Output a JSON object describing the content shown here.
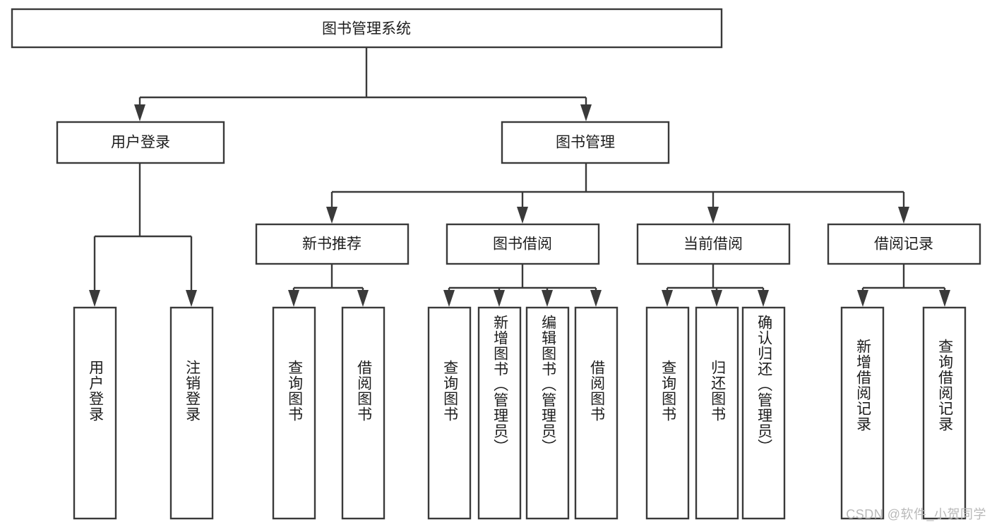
{
  "diagram": {
    "type": "tree-hierarchy-chart",
    "title": "图书管理系统",
    "watermark": "CSDN @软件_小贺同学",
    "colors": {
      "box_stroke": "#3a3a3a",
      "box_fill": "#ffffff",
      "text": "#1d1d1d",
      "background": "#ffffff",
      "watermark": "#b9b9b9"
    },
    "levels": {
      "root": {
        "label": "图书管理系统"
      },
      "level2": [
        {
          "label": "用户登录"
        },
        {
          "label": "图书管理"
        }
      ],
      "level3": [
        {
          "label": "新书推荐",
          "parent": "图书管理"
        },
        {
          "label": "图书借阅",
          "parent": "图书管理"
        },
        {
          "label": "当前借阅",
          "parent": "图书管理"
        },
        {
          "label": "借阅记录",
          "parent": "图书管理"
        }
      ],
      "leaves": [
        {
          "label": "用户登录",
          "parent": "用户登录"
        },
        {
          "label": "注销登录",
          "parent": "用户登录"
        },
        {
          "label": "查询图书",
          "parent": "新书推荐"
        },
        {
          "label": "借阅图书",
          "parent": "新书推荐"
        },
        {
          "label": "查询图书",
          "parent": "图书借阅"
        },
        {
          "label": "新增图书（管理员）",
          "parent": "图书借阅"
        },
        {
          "label": "编辑图书（管理员）",
          "parent": "图书借阅"
        },
        {
          "label": "借阅图书",
          "parent": "图书借阅"
        },
        {
          "label": "查询图书",
          "parent": "当前借阅"
        },
        {
          "label": "归还图书",
          "parent": "当前借阅"
        },
        {
          "label": "确认归还（管理员）",
          "parent": "当前借阅"
        },
        {
          "label": "新增借阅记录",
          "parent": "借阅记录"
        },
        {
          "label": "查询借阅记录",
          "parent": "借阅记录"
        }
      ]
    }
  }
}
